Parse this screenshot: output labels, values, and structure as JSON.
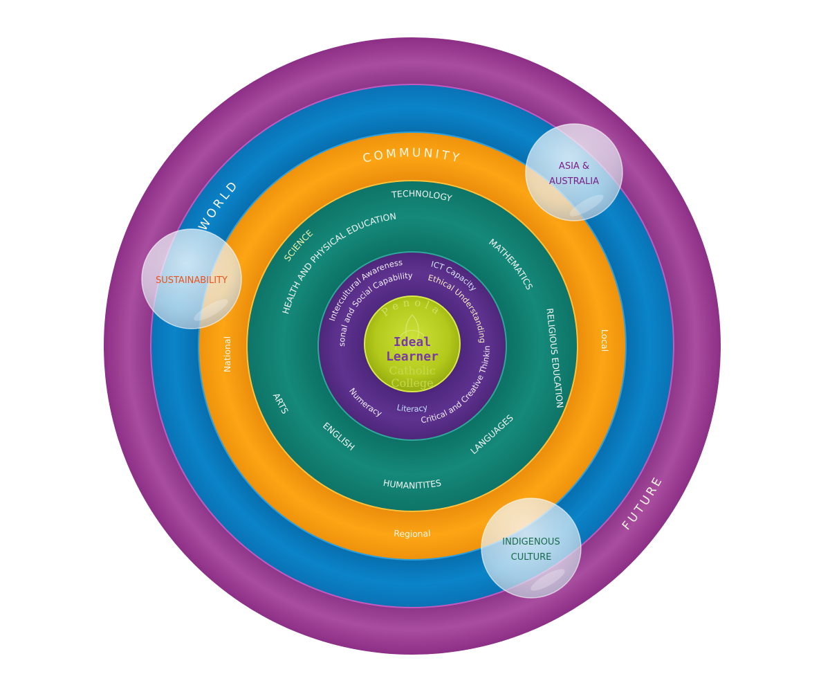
{
  "diagram": {
    "title": "Ideal Learner",
    "core": {
      "line1": "Ideal",
      "line2": "Learner",
      "watermark_arc": "Penola",
      "watermark_line1": "Catholic",
      "watermark_line2": "College",
      "color": "#b7cc1e"
    },
    "rings": {
      "outer": {
        "label": "FUTURE",
        "label2": "WORLD",
        "color": "#a4459a"
      },
      "world": {
        "color": "#0a7fc6"
      },
      "community": {
        "title": "COMMUNITY",
        "color": "#f59d12",
        "items": [
          "National",
          "Local",
          "Regional"
        ]
      },
      "learning_areas": {
        "color": "#118374",
        "items": [
          "TECHNOLOGY",
          "HEALTH AND PHYSICAL EDUCATION",
          "SCIENCE",
          "MATHEMATICS",
          "RELIGIOUS EDUCATION",
          "ARTS",
          "ENGLISH",
          "LANGUAGES",
          "HUMANITITES"
        ]
      },
      "capabilities": {
        "color": "#5b2f8e",
        "items": [
          "Intercultural Awareness",
          "Personal and Social Capability",
          "ICT Capacity",
          "Ethical Understanding",
          "Critical and Creative Thinking",
          "Numeracy",
          "Literacy"
        ]
      }
    },
    "bubbles": [
      {
        "line1": "ASIA &",
        "line2": "AUSTRALIA",
        "color": "#7a1f86"
      },
      {
        "line1": "SUSTAINABILITY",
        "line2": "",
        "color": "#e8531e"
      },
      {
        "line1": "INDIGENOUS",
        "line2": "CULTURE",
        "color": "#1a6b4c"
      }
    ]
  }
}
